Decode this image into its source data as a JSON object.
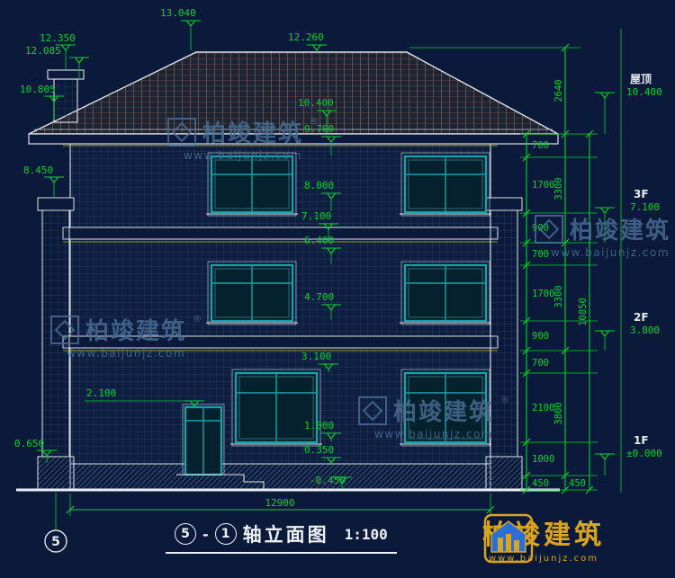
{
  "colors": {
    "background": "#0b1a3a",
    "dimension_green": "#00d42d",
    "outline_white": "#dfe3e8",
    "window_teal": "#13a3a9",
    "trim_olive": "#9aa021",
    "watermark_blue": "#4a6f94",
    "logo_gold": "#d9a520",
    "logo_blue": "#2a6fd6"
  },
  "watermark": {
    "brand": "柏竣建筑",
    "reg": "®",
    "url": "www.baijunjz.com"
  },
  "footer": {
    "brand": "柏竣建筑",
    "url": "www.baijunjz.com"
  },
  "title": {
    "bubble_left": "5",
    "dash": "-",
    "bubble_right": "1",
    "name": "轴立面图",
    "scale": "1:100"
  },
  "axis": {
    "bubble": "5"
  },
  "marks": {
    "peak": "13.040",
    "ridge_right": "12.260",
    "chimney_top": "12.350",
    "chimney_cap": "12.085",
    "chimney_base": "10.805",
    "pilaster_top": "8.450",
    "plinth_left": "0.650",
    "eave": "10.400",
    "w3_top": "9.700",
    "w3_sill": "8.000",
    "f3": "7.100",
    "w2_top": "6.400",
    "w2_sill": "4.700",
    "w1_top": "3.100",
    "door_top": "2.100",
    "w1_sill": "1.000",
    "plinth_top": "0.350",
    "ground": "-0.450"
  },
  "levels": {
    "roof_label": "屋顶",
    "roof_value": "10.400",
    "f3_label": "3F",
    "f3_value": "7.100",
    "f2_label": "2F",
    "f2_value": "3.800",
    "f1_label": "1F",
    "f1_value": "±0.000"
  },
  "dims": {
    "inner": {
      "a": "700",
      "b": "1700",
      "c": "900",
      "d": "700",
      "e": "1700",
      "f": "900",
      "g": "700",
      "h": "2100",
      "i": "1000",
      "j": "450"
    },
    "mid": {
      "a": "2640",
      "b": "3300",
      "c": "3300",
      "d": "3800",
      "e": "450"
    },
    "outer_total": "10850",
    "width_total": "12900"
  }
}
